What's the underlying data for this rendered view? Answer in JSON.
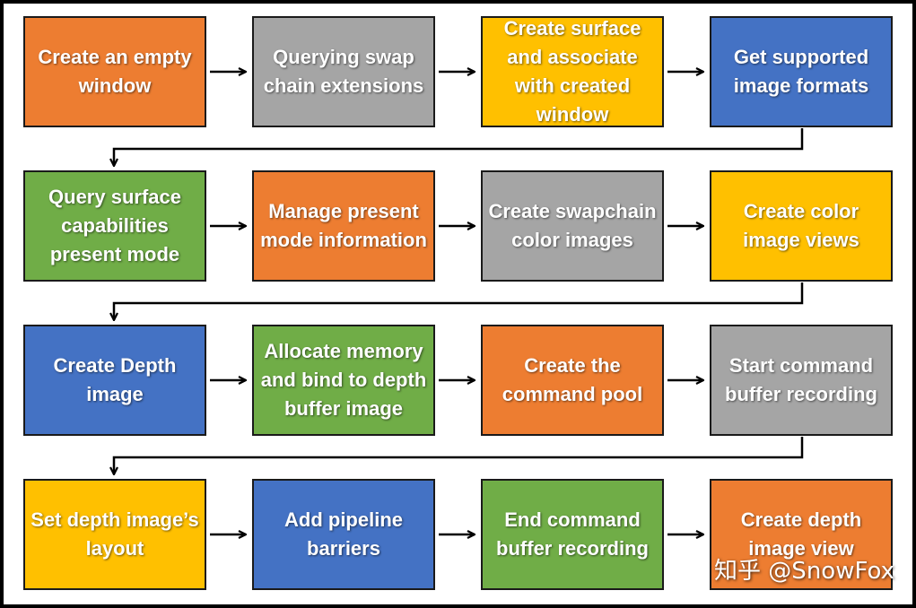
{
  "steps": [
    {
      "label": "Create an empty window",
      "color": "#ed7d31"
    },
    {
      "label": "Querying swap chain extensions",
      "color": "#a5a5a5"
    },
    {
      "label": "Create surface and associate with created window",
      "color": "#ffc000"
    },
    {
      "label": "Get supported image formats",
      "color": "#4472c4"
    },
    {
      "label": "Query surface capabilities present mode",
      "color": "#70ad47"
    },
    {
      "label": "Manage present mode information",
      "color": "#ed7d31"
    },
    {
      "label": "Create swapchain color images",
      "color": "#a5a5a5"
    },
    {
      "label": "Create color image views",
      "color": "#ffc000"
    },
    {
      "label": "Create Depth image",
      "color": "#4472c4"
    },
    {
      "label": "Allocate memory and bind to depth buffer image",
      "color": "#70ad47"
    },
    {
      "label": "Create the command pool",
      "color": "#ed7d31"
    },
    {
      "label": "Start command buffer recording",
      "color": "#a5a5a5"
    },
    {
      "label": "Set depth image’s layout",
      "color": "#ffc000"
    },
    {
      "label": "Add pipeline barriers",
      "color": "#4472c4"
    },
    {
      "label": "End command buffer recording",
      "color": "#70ad47"
    },
    {
      "label": "Create depth image view",
      "color": "#ed7d31"
    }
  ],
  "watermark": "知乎 @SnowFox"
}
